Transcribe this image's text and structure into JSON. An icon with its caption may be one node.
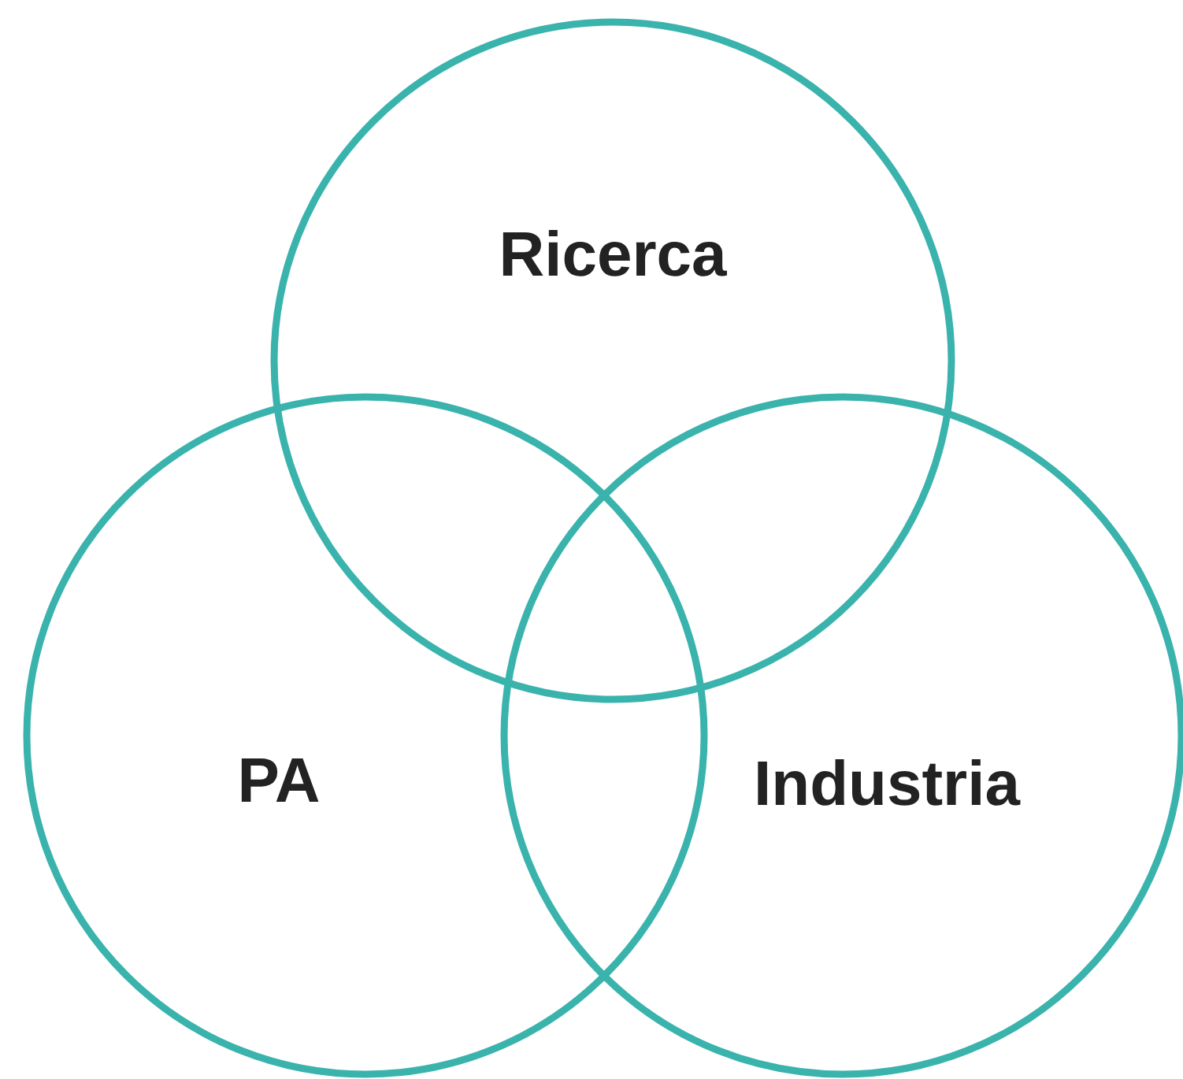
{
  "diagram": {
    "nodes": [
      {
        "text": [
          "Ricerca"
        ]
      },
      {
        "text": [
          "PA"
        ]
      },
      {
        "text": [
          "Industria"
        ]
      }
    ]
  }
}
